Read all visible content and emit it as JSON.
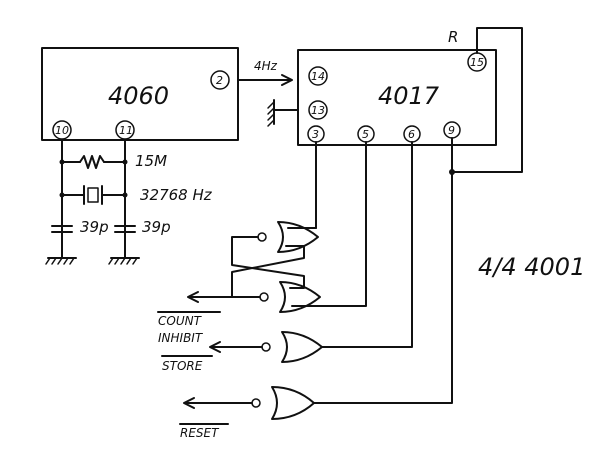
{
  "chips": {
    "c4060": {
      "label": "4060",
      "pin2": "2",
      "pin10": "10",
      "pin11": "11"
    },
    "c4017": {
      "label": "4017",
      "pin14": "14",
      "pin13": "13",
      "pin15": "15",
      "pin3": "3",
      "pin5": "5",
      "pin6": "6",
      "pin9": "9",
      "reset_label": "R"
    }
  },
  "signals": {
    "freq": "4Hz",
    "count": "COUNT",
    "inhibit": "INHIBIT",
    "store": "STORE",
    "reset": "RESET"
  },
  "components": {
    "resistor": "15M",
    "crystal": "32768 Hz",
    "cap1": "39p",
    "cap2": "39p"
  },
  "note": "4/4 4001"
}
